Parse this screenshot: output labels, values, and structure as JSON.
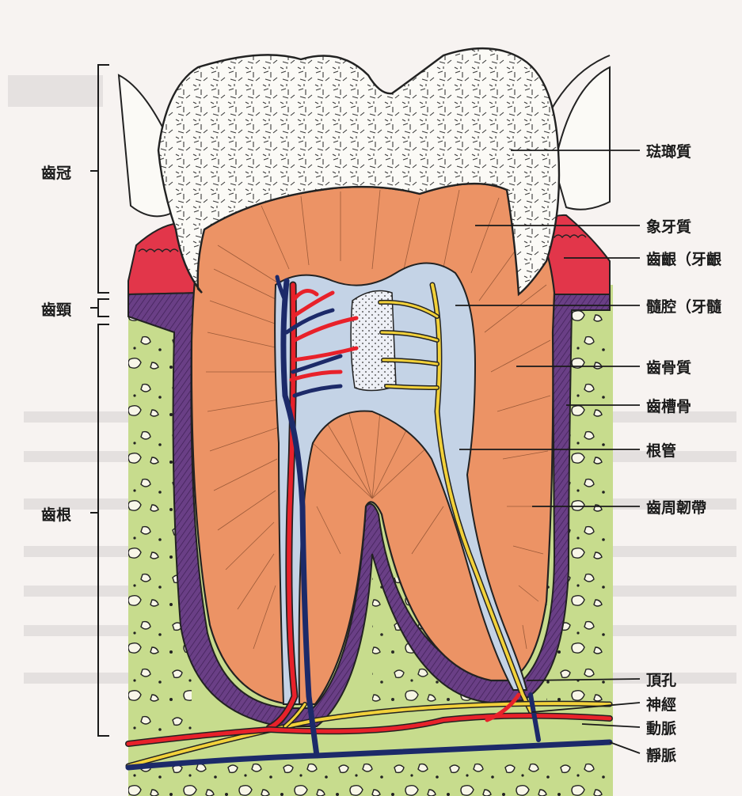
{
  "diagram": {
    "left_labels": {
      "crown": "齒冠",
      "neck": "齒頸",
      "root": "齒根"
    },
    "right_labels": {
      "enamel": "琺瑯質",
      "dentin": "象牙質",
      "gingiva": "齒齦（牙齦",
      "pulp_cavity": "髓腔（牙髓",
      "cementum": "齒骨質",
      "alveolar_bone": "齒槽骨",
      "root_canal": "根管",
      "periodontal_ligament": "齒周韌帶",
      "apical_foramen": "頂孔",
      "nerve": "神經",
      "artery": "動脈",
      "vein": "靜脈"
    },
    "colors": {
      "paper": "#f7f3f1",
      "bone_green": "#c7dc8d",
      "dentin_orange": "#ec9365",
      "pulp_blue": "#c4d3e6",
      "gum_red": "#e2364a",
      "ligament_purple": "#6a3f86",
      "artery_red": "#e8212a",
      "vein_navy": "#1c2a69",
      "nerve_yellow": "#f2d13a",
      "enamel_white": "#fbfaf6"
    }
  }
}
